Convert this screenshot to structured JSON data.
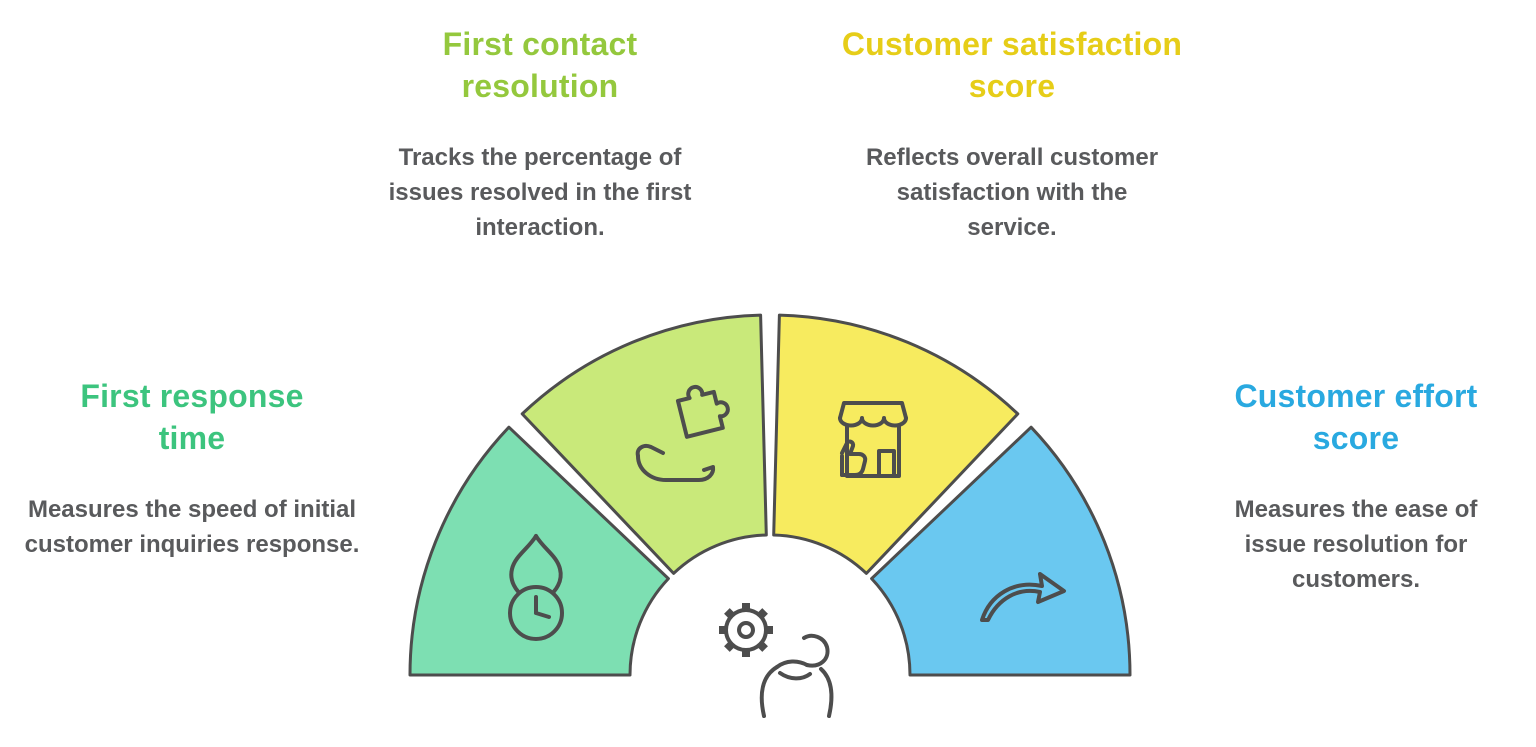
{
  "background": "#ffffff",
  "outline_color": "#4d4d4d",
  "body_text_color": "#595a5c",
  "center_icon": "hand-holding-gear-icon",
  "metrics": [
    {
      "id": "first-response-time",
      "title": "First response time",
      "title_color": "#3cc47e",
      "wedge_color": "#7ddfb2",
      "description": "Measures the speed of initial customer inquiries response.",
      "icon": "flame-stopwatch-icon"
    },
    {
      "id": "first-contact-resolution",
      "title": "First contact resolution",
      "title_color": "#94c83d",
      "wedge_color": "#c9e97a",
      "description": "Tracks the percentage of issues resolved in the first interaction.",
      "icon": "hand-puzzle-icon"
    },
    {
      "id": "customer-satisfaction-score",
      "title": "Customer satisfaction score",
      "title_color": "#e6cd18",
      "wedge_color": "#f7eb5f",
      "description": "Reflects overall customer satisfaction with the service.",
      "icon": "storefront-thumbs-up-icon"
    },
    {
      "id": "customer-effort-score",
      "title": "Customer effort score",
      "title_color": "#29a9e0",
      "wedge_color": "#6ac8f0",
      "description": "Measures the ease of issue resolution for customers.",
      "icon": "curved-arrow-icon"
    }
  ]
}
